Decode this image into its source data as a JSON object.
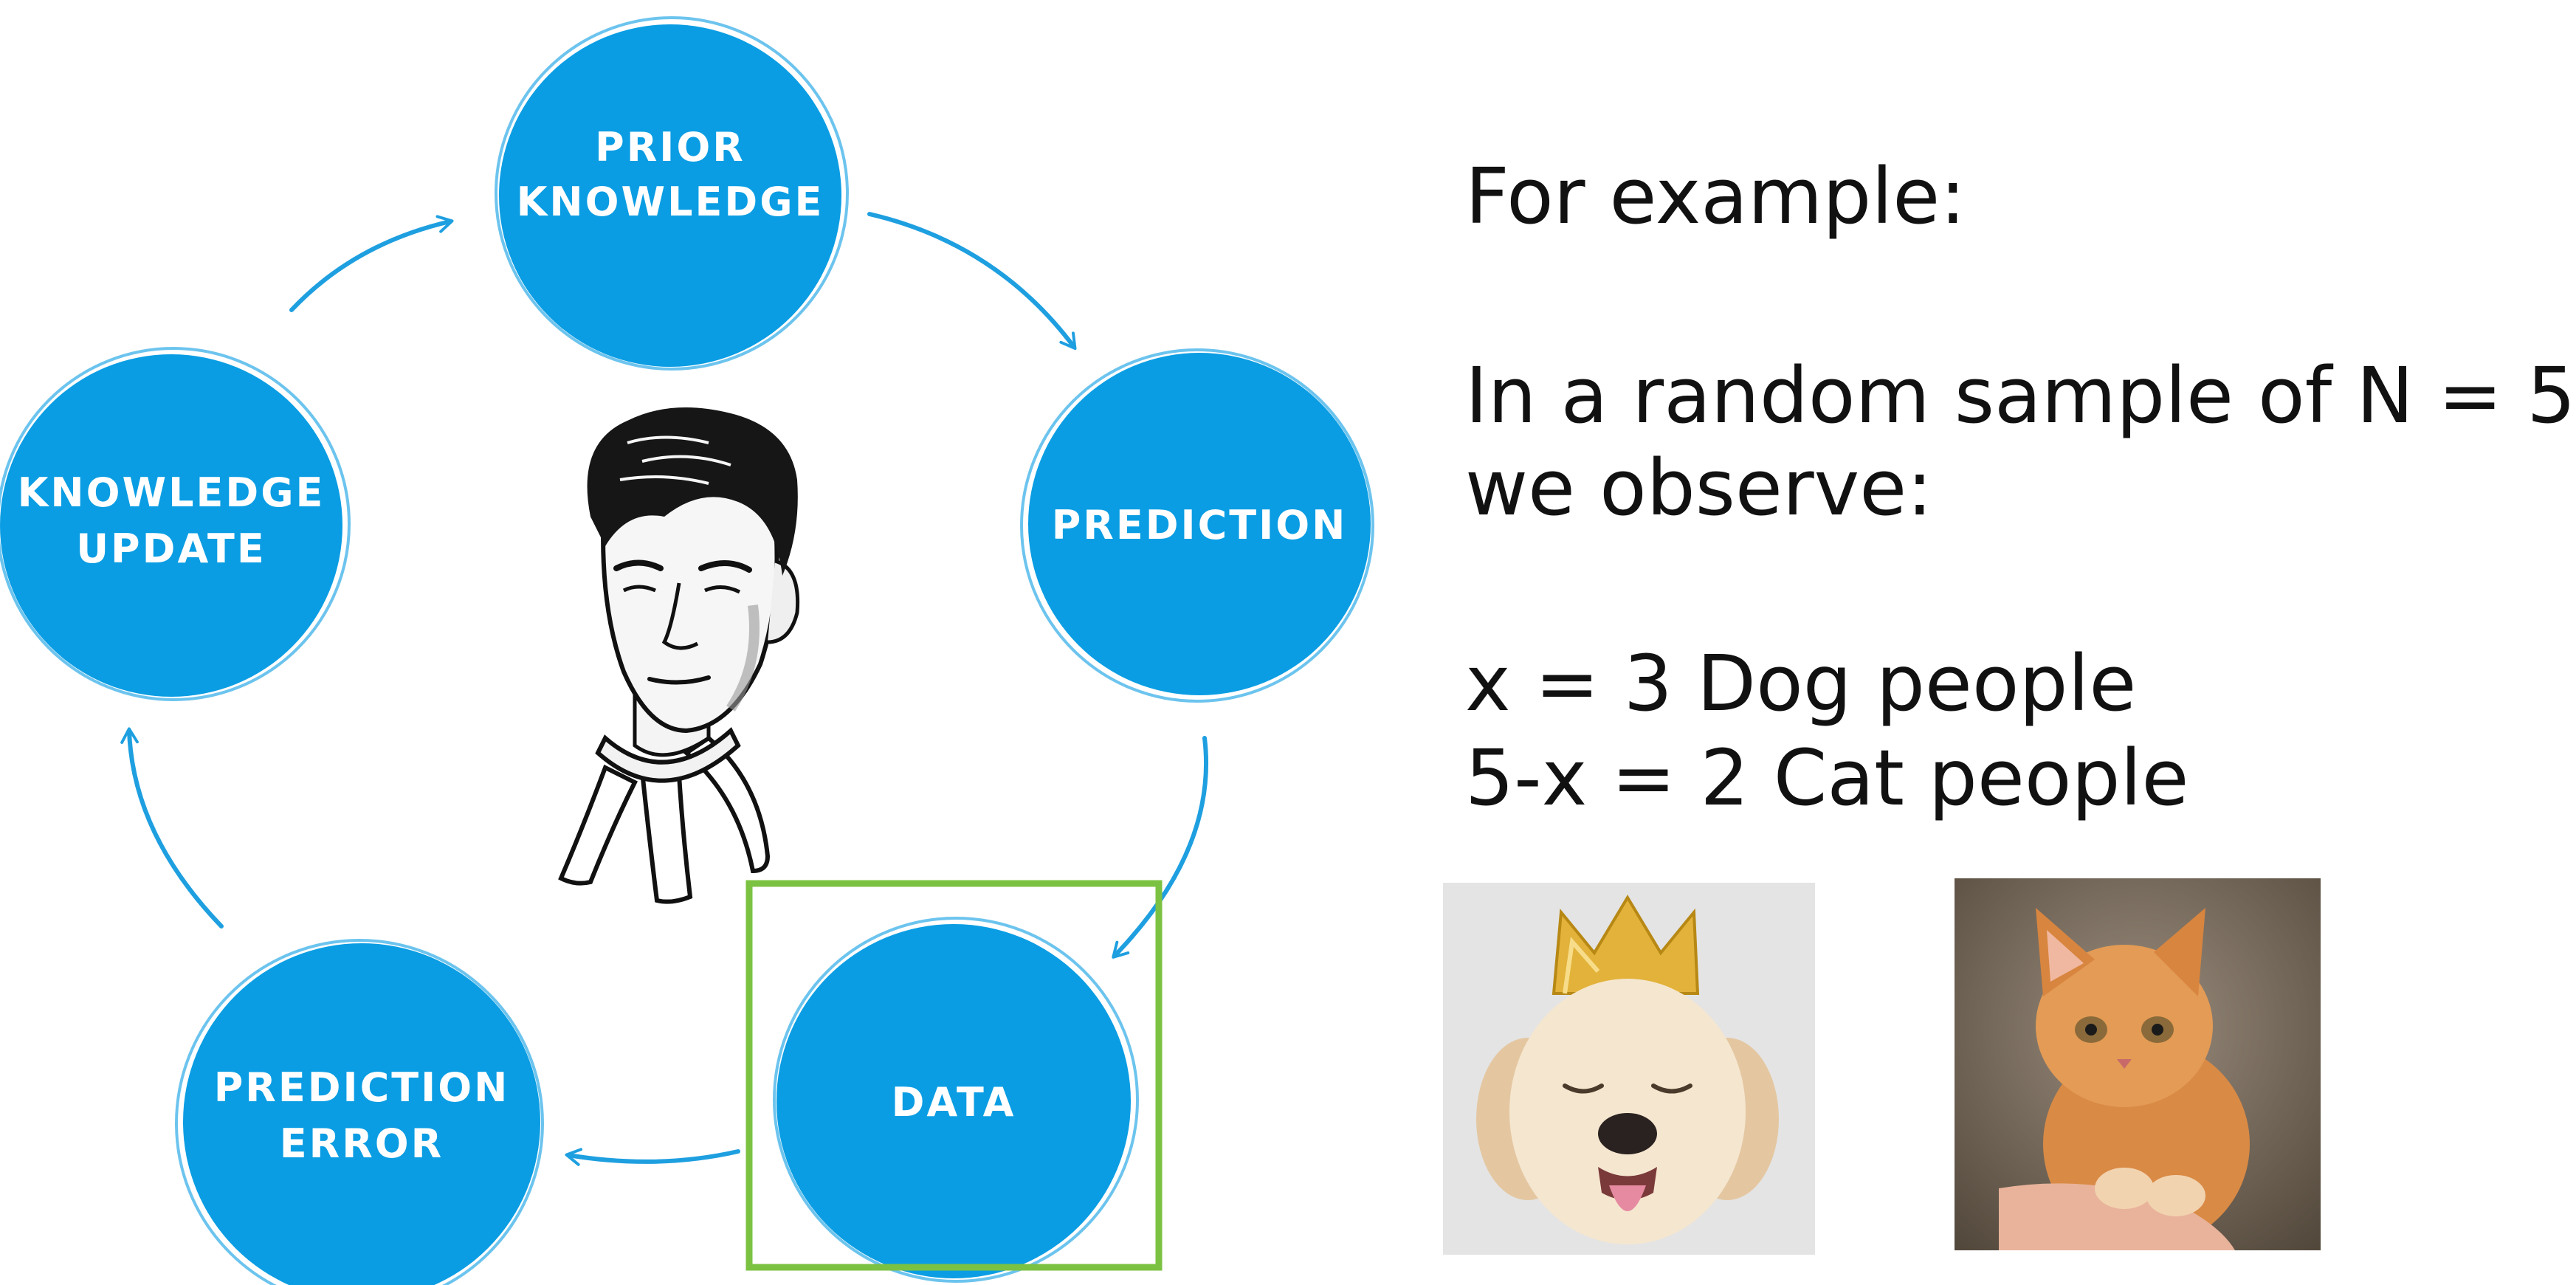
{
  "cycle": {
    "nodes": {
      "prior_knowledge": [
        "PRIOR",
        "KNOWLEDGE"
      ],
      "prediction": [
        "PREDICTION"
      ],
      "data": [
        "DATA"
      ],
      "prediction_error": [
        "PREDICTION",
        "ERROR"
      ],
      "knowledge_update": [
        "KNOWLEDGE",
        "UPDATE"
      ]
    },
    "highlighted_node": "data",
    "colors": {
      "node_fill": "#0a9de3",
      "arrow": "#1e9fe0",
      "highlight_box": "#7cc242"
    }
  },
  "example": {
    "heading": "For example:",
    "sample_line_1": "In a random sample of N = 5",
    "sample_line_2": "we observe:",
    "dog_line": "x = 3 Dog people",
    "cat_line": "5-x = 2 Cat people"
  },
  "images": {
    "dog": "dog-photo",
    "cat": "cat-photo",
    "portrait": "portrait-illustration"
  }
}
